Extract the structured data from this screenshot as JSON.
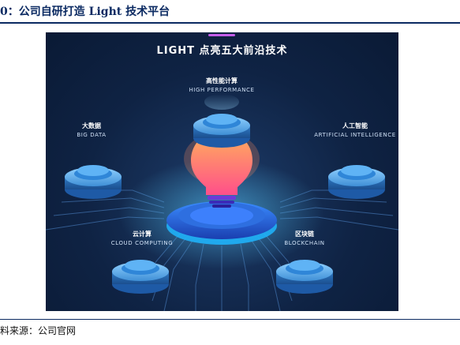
{
  "header": {
    "title": "0：公司自研打造 Light 技术平台"
  },
  "footer": {
    "source": "料来源：公司官网"
  },
  "diagram": {
    "title": "LIGHT 点亮五大前沿技术",
    "nodes": [
      {
        "cn": "高性能计算",
        "en": "HIGH PERFORMANCE"
      },
      {
        "cn": "大数据",
        "en": "BIG DATA"
      },
      {
        "cn": "人工智能",
        "en": "ARTIFICIAL INTELLIGENCE"
      },
      {
        "cn": "云计算",
        "en": "CLOUD COMPUTING"
      },
      {
        "cn": "区块链",
        "en": "BLOCKCHAIN"
      }
    ]
  },
  "colors": {
    "heading": "#0b2a62",
    "panel_bg": "#0f2344",
    "node": "#4aa3e8",
    "bulb_top": "#ffb25a",
    "bulb_bottom": "#ff4f8a",
    "accent": "#c35be8"
  }
}
